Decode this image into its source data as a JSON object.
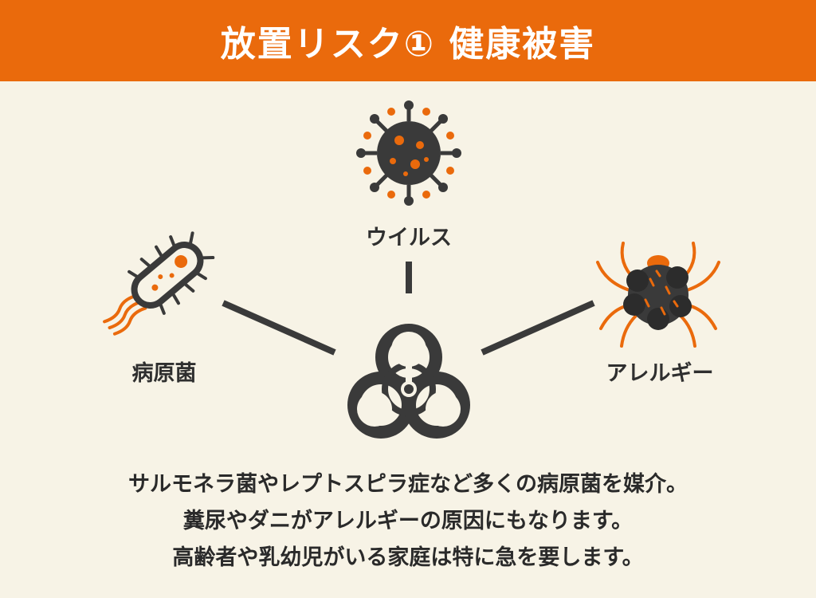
{
  "header": {
    "title": "放置リスク① 健康被害"
  },
  "diagram": {
    "center_icon": "biohazard-icon",
    "nodes": [
      {
        "label": "ウイルス",
        "icon": "virus-icon"
      },
      {
        "label": "病原菌",
        "icon": "bacteria-icon"
      },
      {
        "label": "アレルギー",
        "icon": "mite-icon"
      }
    ]
  },
  "body": {
    "lines": [
      "サルモネラ菌やレプトスピラ症など多くの病原菌を媒介。",
      "糞尿やダニがアレルギーの原因にもなります。",
      "高齢者や乳幼児がいる家庭は特に急を要します。"
    ]
  },
  "colors": {
    "accent": "#ea6a0c",
    "dark": "#3a3a3a",
    "background": "#f7f3e6"
  }
}
